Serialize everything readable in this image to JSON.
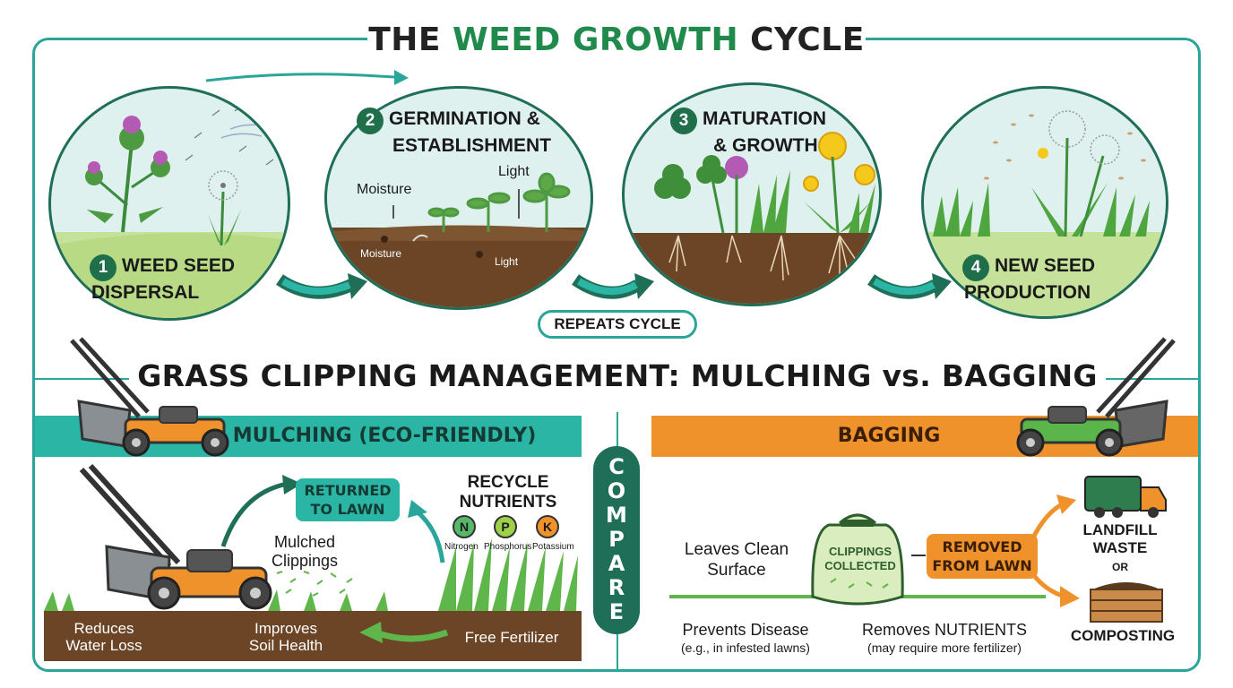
{
  "title": {
    "prefix": "THE ",
    "accent": "WEED GROWTH",
    "suffix": " CYCLE"
  },
  "cycle": {
    "stages": [
      {
        "number": "1",
        "label_line1": "WEED SEED",
        "label_line2": "DISPERSAL"
      },
      {
        "number": "2",
        "label_line1": "GERMINATION &",
        "label_line2": "ESTABLISHMENT",
        "annotations": [
          "Moisture",
          "Light",
          "Moisture",
          "Light"
        ]
      },
      {
        "number": "3",
        "label_line1": "MATURATION",
        "label_line2": "& GROWTH"
      },
      {
        "number": "4",
        "label_line1": "NEW SEED",
        "label_line2": "PRODUCTION"
      }
    ],
    "repeat_label": "REPEATS CYCLE"
  },
  "clipping": {
    "title": "GRASS CLIPPING MANAGEMENT: MULCHING vs. BAGGING",
    "compare_label": "COMPARE",
    "mulching": {
      "header": "MULCHING (ECO-FRIENDLY)",
      "returned_line1": "RETURNED",
      "returned_line2": "TO LAWN",
      "recycle_line1": "RECYCLE",
      "recycle_line2": "NUTRIENTS",
      "nutrients": [
        {
          "symbol": "N",
          "name": "Nitrogen",
          "color": "#58b86a"
        },
        {
          "symbol": "P",
          "name": "Phosphorus",
          "color": "#9fd04a"
        },
        {
          "symbol": "K",
          "name": "Potassium",
          "color": "#f0922b"
        }
      ],
      "mulched_line1": "Mulched",
      "mulched_line2": "Clippings",
      "reduces_line1": "Reduces",
      "reduces_line2": "Water Loss",
      "improves_line1": "Improves",
      "improves_line2": "Soil Health",
      "free_fertilizer": "Free Fertilizer"
    },
    "bagging": {
      "header": "BAGGING",
      "leaves_line1": "Leaves Clean",
      "leaves_line2": "Surface",
      "bag_line1": "CLIPPINGS",
      "bag_line2": "COLLECTED",
      "removed_line1": "REMOVED",
      "removed_line2": "FROM LAWN",
      "landfill_line1": "LANDFILL",
      "landfill_line2": "WASTE",
      "or": "OR",
      "composting": "COMPOSTING",
      "prevents_line1": "Prevents Disease",
      "prevents_line2": "(e.g., in infested lawns)",
      "removes_line1": "Removes NUTRIENTS",
      "removes_line2": "(may require more fertilizer)"
    }
  },
  "colors": {
    "teal": "#2aa59a",
    "dark_green": "#1f6f58",
    "orange": "#f0922b",
    "soil": "#6b4526"
  }
}
